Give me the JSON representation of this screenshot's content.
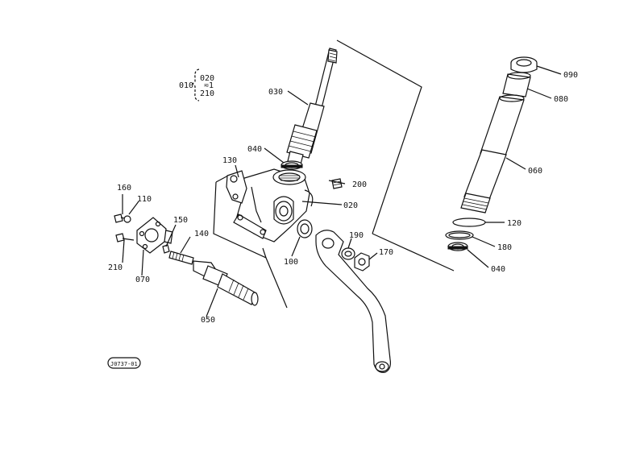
{
  "diagram": {
    "labels": {
      "p010": "010",
      "p020": "020",
      "p020_sub": "≂1",
      "p210": "210",
      "p030": "030",
      "p040a": "040",
      "p130": "130",
      "p200": "200",
      "p020b": "020",
      "p160": "160",
      "p110": "110",
      "p150": "150",
      "p140": "140",
      "p210b": "210",
      "p070": "070",
      "p100": "100",
      "p190": "190",
      "p170": "170",
      "p050": "050",
      "p090": "090",
      "p080": "080",
      "p060": "060",
      "p120": "120",
      "p180": "180",
      "p040b": "040"
    },
    "figure_id": "J0737-01"
  }
}
